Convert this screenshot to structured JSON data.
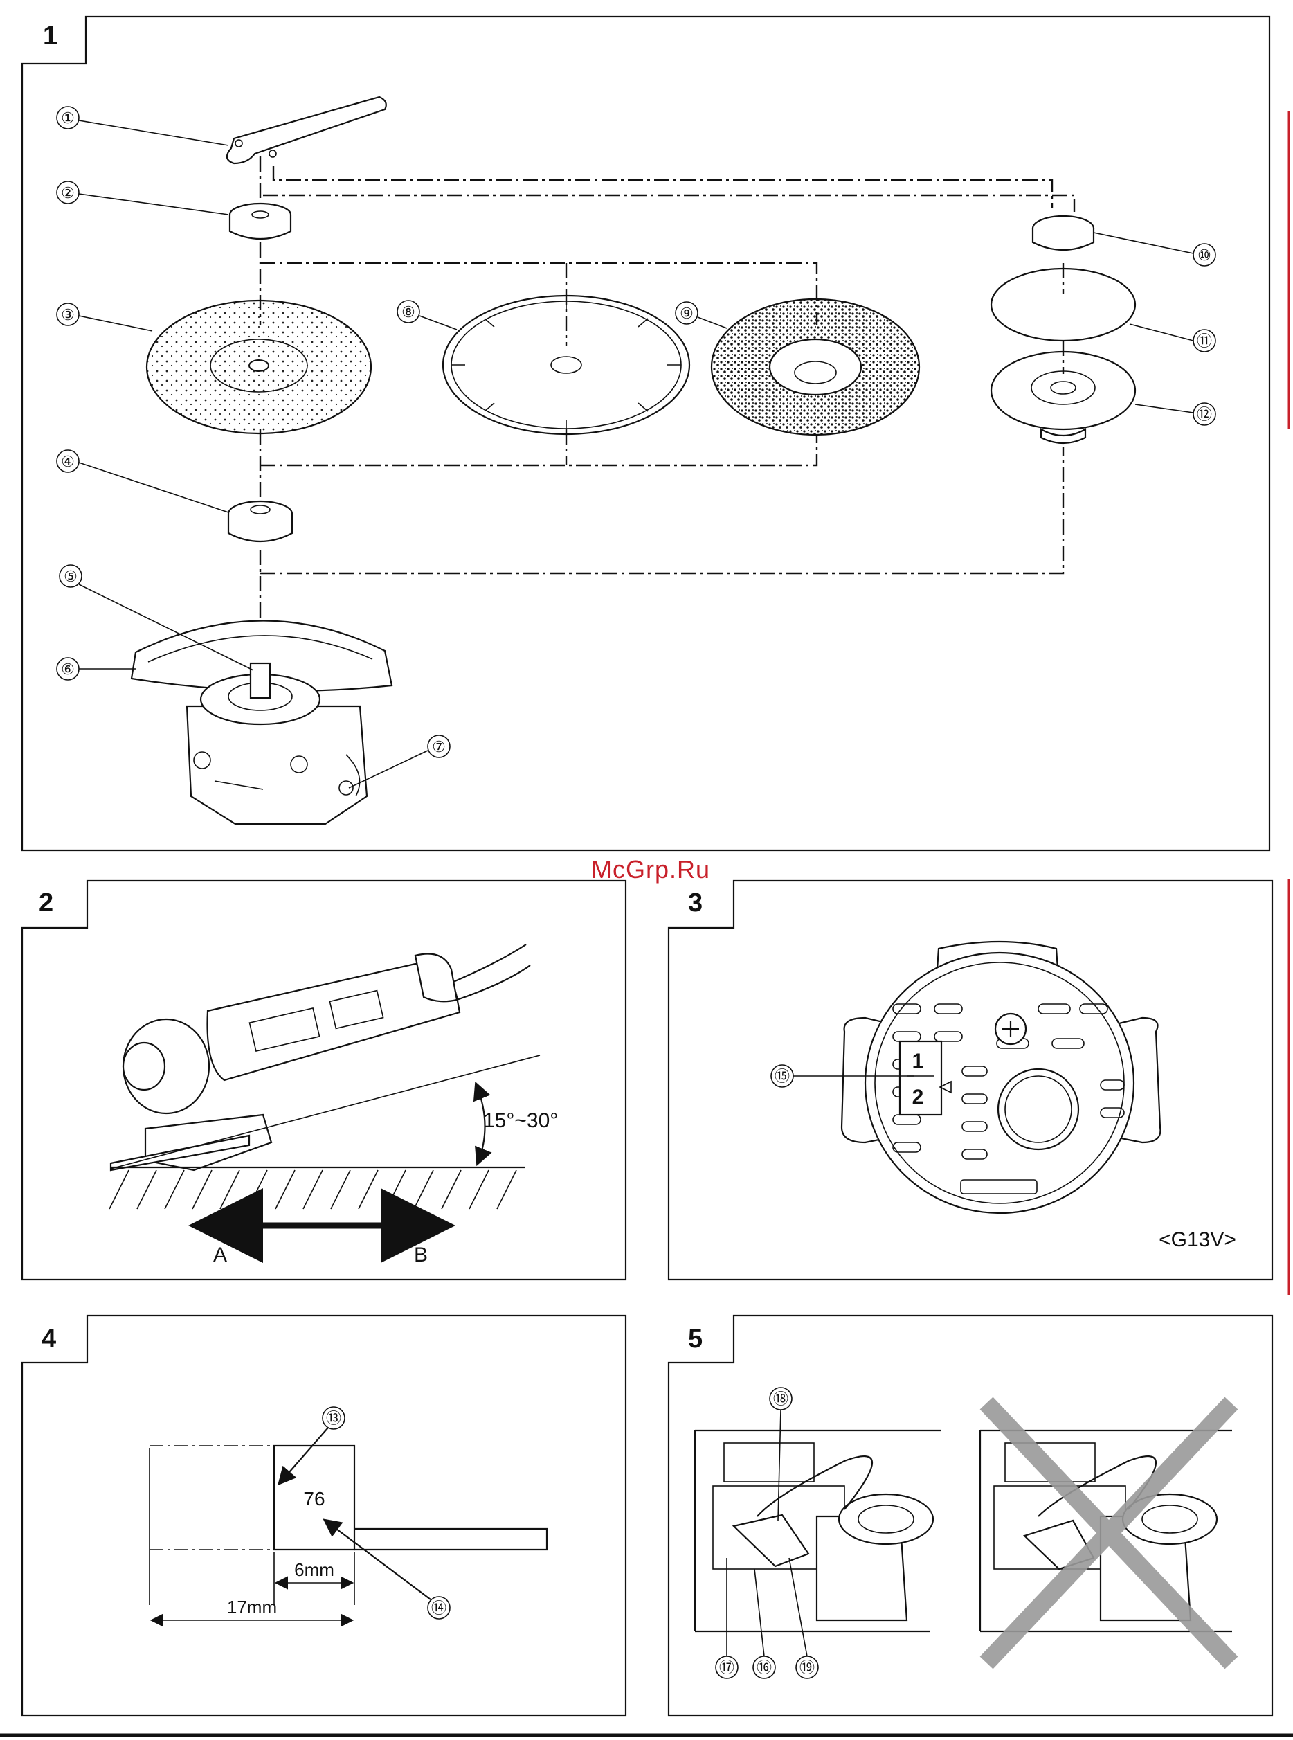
{
  "watermark": "McGrp.Ru",
  "figures": {
    "f1": {
      "number": "1"
    },
    "f2": {
      "number": "2",
      "angle": "15°~30°",
      "dir_a": "A",
      "dir_b": "B"
    },
    "f3": {
      "number": "3",
      "dial_top": "1",
      "dial_bottom": "2",
      "model": "<G13V>"
    },
    "f4": {
      "number": "4",
      "value": "76",
      "dim_small": "6mm",
      "dim_large": "17mm"
    },
    "f5": {
      "number": "5"
    }
  },
  "callouts": [
    "①",
    "②",
    "③",
    "④",
    "⑤",
    "⑥",
    "⑦",
    "⑧",
    "⑨",
    "⑩",
    "⑪",
    "⑫",
    "⑬",
    "⑭",
    "⑮",
    "⑯",
    "⑰",
    "⑱",
    "⑲"
  ],
  "colors": {
    "ink": "#111111",
    "watermark": "#c8202a",
    "cross": "#9a9a9a"
  }
}
